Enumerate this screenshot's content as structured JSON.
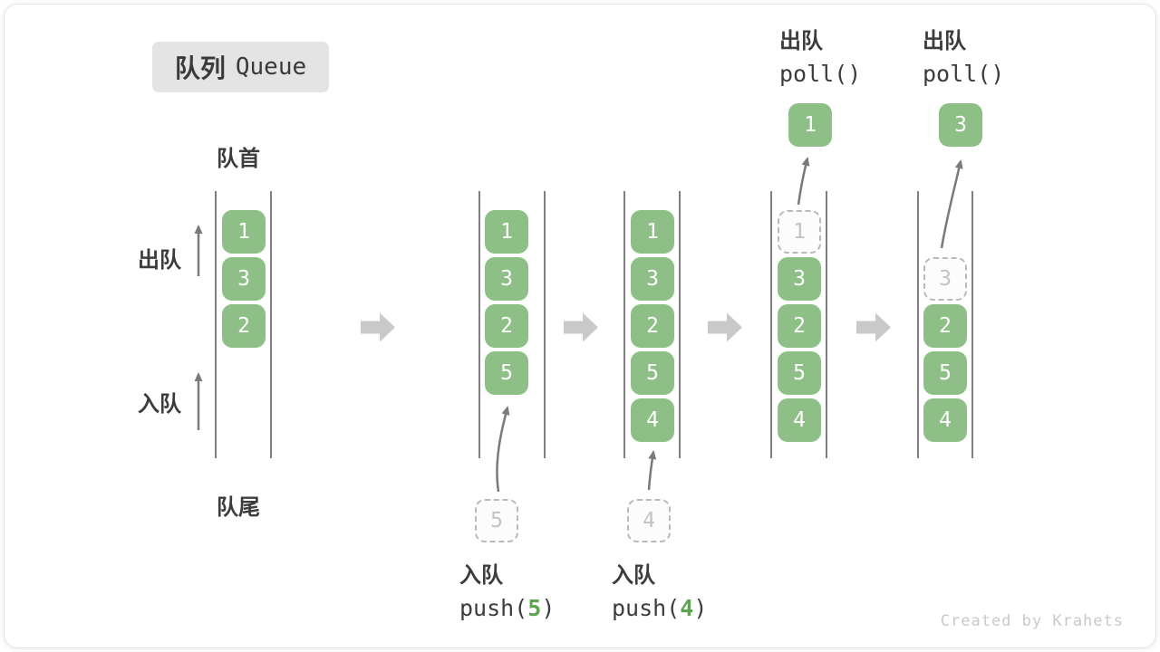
{
  "title": {
    "zh": "队列",
    "en": "Queue"
  },
  "side_labels": {
    "front": "队首",
    "rear": "队尾",
    "dequeue": "出队",
    "enqueue": "入队"
  },
  "watermark": "Created by Krahets",
  "colors": {
    "cell_green": "#8DBF86",
    "accent_green": "#5EA34E",
    "flow_arrow_gray": "#c9c9c9"
  },
  "queues": [
    {
      "items": [
        {
          "value": "1"
        },
        {
          "value": "3"
        },
        {
          "value": "2"
        }
      ]
    },
    {
      "items": [
        {
          "value": "1"
        },
        {
          "value": "3"
        },
        {
          "value": "2"
        },
        {
          "value": "5"
        }
      ]
    },
    {
      "items": [
        {
          "value": "1"
        },
        {
          "value": "3"
        },
        {
          "value": "2"
        },
        {
          "value": "5"
        },
        {
          "value": "4"
        }
      ]
    },
    {
      "items": [
        {
          "value": "1"
        },
        {
          "value": "3"
        },
        {
          "value": "2"
        },
        {
          "value": "5"
        },
        {
          "value": "4"
        }
      ]
    },
    {
      "items": [
        {
          "value": "3"
        },
        {
          "value": "2"
        },
        {
          "value": "5"
        },
        {
          "value": "4"
        }
      ]
    }
  ],
  "operations": {
    "push1": {
      "label": "入队",
      "fn_open": "push(",
      "arg": "5",
      "fn_close": ")",
      "staging": "5"
    },
    "push2": {
      "label": "入队",
      "fn_open": "push(",
      "arg": "4",
      "fn_close": ")",
      "staging": "4"
    },
    "poll1": {
      "label": "出队",
      "code": "poll()",
      "popped": "1"
    },
    "poll2": {
      "label": "出队",
      "code": "poll()",
      "popped": "3"
    }
  }
}
